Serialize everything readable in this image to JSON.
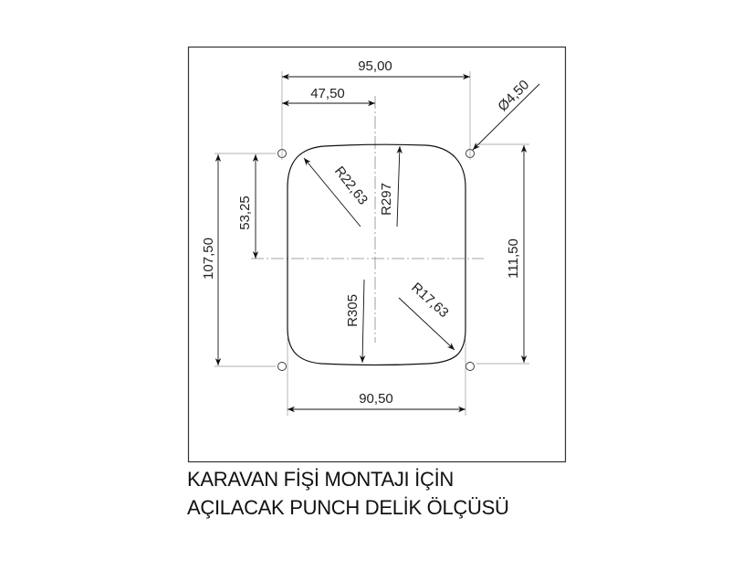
{
  "drawing": {
    "dimensions": {
      "hole_spacing_width": "95,00",
      "half_width": "47,50",
      "hole_diameter": "Ø4,50",
      "hole_spacing_height": "107,50",
      "half_height": "53,25",
      "cutout_height": "111,50",
      "cutout_width": "90,50",
      "top_corner_radius": "R22,63",
      "top_edge_radius": "R297",
      "bottom_edge_radius": "R305",
      "bottom_corner_radius": "R17,63"
    },
    "title_line_1": "KARAVAN FİŞİ MONTAJI İÇİN",
    "title_line_2": "AÇILACAK PUNCH DELİK ÖLÇÜSÜ"
  }
}
